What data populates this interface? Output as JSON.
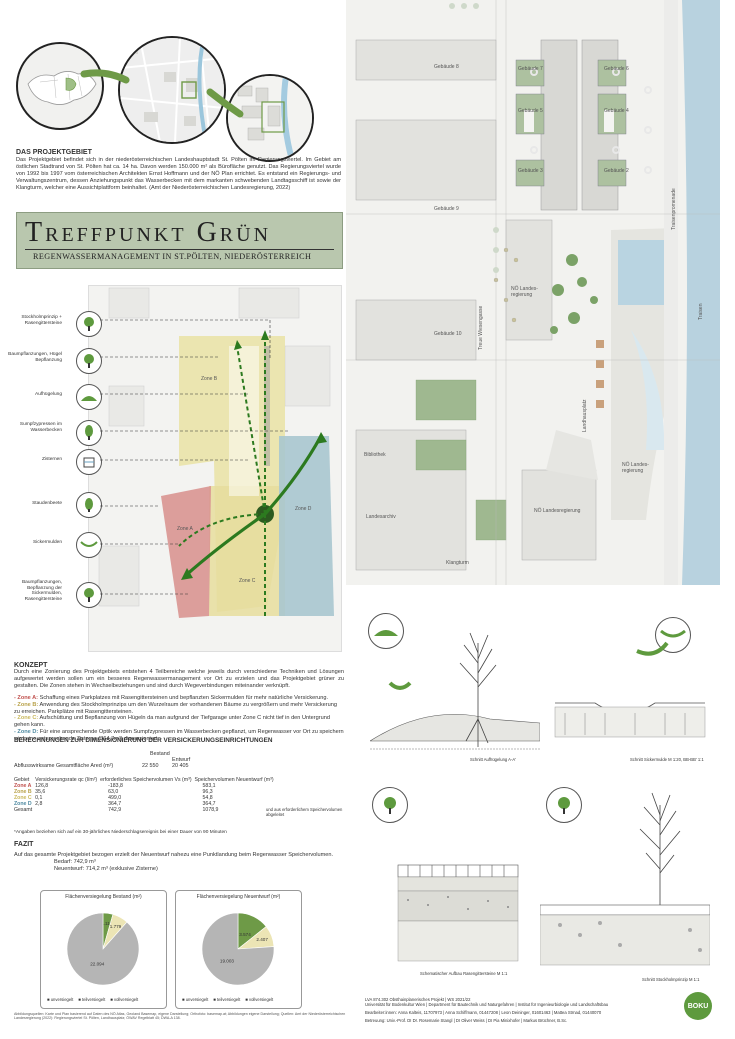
{
  "intro": {
    "heading": "DAS PROJEKTGEBIET",
    "text": "Das Projektgebiet befindet sich in der niederösterreichischen Landeshauptstadt St. Pölten im Regierungsviertel. Im Gebiet am östlichen Stadtrand von St. Pölten hat ca. 14 ha. Davon werden 150.000 m² als Bürofläche genutzt. Das Regierungsviertel wurde von 1992 bis 1997 vom österreichischen Architekten Ernst Hoffmann und der NÖ Plan errichtet. Es entstand ein Regierungs- und Verwaltungszentrum, dessen Anziehungspunkt das Wasserbecken mit dem markanten schwebenden Landtagsschiff ist sowie der Klangturm, welcher eine Aussichtplattform beinhaltet. (Amt der Niederösterreichischen Landesregierung, 2022)"
  },
  "title": {
    "main": "Treffpunkt Grün",
    "sub": "Regenwassermanagement in St.Pölten, Niederösterreich"
  },
  "legend": [
    {
      "label": "Stockholmprinzip + Rasengittersteine",
      "icon": "tree-grid-icon"
    },
    {
      "label": "Baumpflanzungen, Hügel Bepflanzung",
      "icon": "tree-icon"
    },
    {
      "label": "Aufhügelung",
      "icon": "mound-icon"
    },
    {
      "label": "Sumpfzypressen im Wasserbecken",
      "icon": "cypress-icon"
    },
    {
      "label": "Zisternen",
      "icon": "cistern-icon"
    },
    {
      "label": "Staudenbeete",
      "icon": "shrub-icon"
    },
    {
      "label": "Sickermulden",
      "icon": "swale-icon"
    },
    {
      "label": "Baumpflanzungen, Bepflanzung der Sickermulden, Rasengittersteine",
      "icon": "tree-swale-icon"
    }
  ],
  "zones": {
    "a": "Zone A",
    "b": "Zone B",
    "c": "Zone C",
    "d": "Zone D"
  },
  "konzept": {
    "heading": "KONZEPT",
    "text": "Durch eine Zonierung des Projektgebiets entstehen 4 Teilbereiche welche jeweils durch verschiedene Techniken und Lösungen aufgewertet werden sollen um ein besseres Regenwassermanagement vor Ort zu erzielen und das Projektgebiet grüner zu gestalten. Die Zonen stehen in Wechselbeziehungen und sind durch Wegeverbindungen miteinander verknüpft.",
    "items": [
      {
        "zone": "- Zone A:",
        "text": " Schaffung eines Parkplatzes mit Rasengittersteinen und bepflanzten Sickermulden für mehr natürliche Versickerung."
      },
      {
        "zone": "- Zone B:",
        "text": " Anwendung des Stockholmprinzips um den Wurzelraum der vorhandenen Bäume zu vergrößern und mehr Versickerung zu erreichen. Parkplätze mit Rasengittersteinen."
      },
      {
        "zone": "- Zone C:",
        "text": " Aufschüttung und Bepflanzung von Hügeln da man aufgrund der Tiefgarage unter Zone C nicht tief in den Untergrund gehen kann."
      },
      {
        "zone": "- Zone D:",
        "text": " Für eine ansprechende Optik werden Sumpfzypressen im Wasserbecken gepflanzt, um Regenwasser vor Ort zu speichern wird eine entsprechende Zisterne (364,7m³) dimensioniert."
      }
    ]
  },
  "calc": {
    "heading": "BERECHNUNGEN ZUR DIMENSIONIERUNG DER VERSICKERUNGSEINRICHTUNGEN",
    "col_bestand": "Bestand",
    "col_entwurf": "Entwurf",
    "area_label": "Abflusswirksame Gesamtfläche Ared (m²)",
    "area_bestand": "22 550",
    "area_entwurf": "20 405",
    "headers": [
      "Gebiet",
      "Versickerungsrate qc (l/m²)",
      "erforderliches Speichervolumen Vs (m³)",
      "Speichervolumen Neuentwurf (m³)"
    ],
    "rows": [
      {
        "zone": "Zone A",
        "rate": "126,8",
        "vs": "-183,8",
        "neu": "583,1"
      },
      {
        "zone": "Zone B",
        "rate": "35,6",
        "vs": "63,0",
        "neu": "96,3"
      },
      {
        "zone": "Zone C",
        "rate": "0,1",
        "vs": "499,0",
        "neu": "54,8"
      },
      {
        "zone": "Zone D",
        "rate": "2,8",
        "vs": "364,7",
        "neu": "364,7"
      },
      {
        "zone": "Gesamt",
        "rate": "",
        "vs": "742,9",
        "neu": "1078,9"
      }
    ],
    "side_note": "und aus erforderlichem Speichervolumen abgeleitet",
    "footnote": "*Angaben beziehen sich auf ein 30-jährliches Niederschlagsereignis bei einer Dauer von 90 Minuten"
  },
  "fazit": {
    "heading": "FAZIT",
    "text": "Auf das gesamte Projektgebiet bezogen erzielt der Neuentwurf nahezu eine Punktlandung beim Regenwasser Speichervolumen.",
    "bedarf_label": "Bedarf:",
    "bedarf_value": "742,9 m³",
    "neu_label": "Neuentwurf:",
    "neu_value": "714,2 m³ (exklusive Zisterne)"
  },
  "chart_data": [
    {
      "type": "pie",
      "title": "Flächenversiegelung Bestand (m²)",
      "categories": [
        "unversiegelt",
        "teilversiegelt",
        "vollversiegelt"
      ],
      "values": [
        1111,
        1779,
        22094
      ],
      "colors": [
        "#6e9a47",
        "#ece5b5",
        "#b5b5b5"
      ]
    },
    {
      "type": "pie",
      "title": "Flächenversiegelung Neuentwurf (m²)",
      "categories": [
        "unversiegelt",
        "teilversiegelt",
        "vollversiegelt"
      ],
      "values": [
        3574,
        2407,
        19003
      ],
      "colors": [
        "#6e9a47",
        "#ece5b5",
        "#b5b5b5"
      ]
    }
  ],
  "pie_labels": {
    "p1": [
      "1.111",
      "1.779",
      "22.094"
    ],
    "p2": [
      "3.574",
      "2.407",
      "19.003"
    ]
  },
  "pie_legend": [
    "unversiegelt",
    "teilversiegelt",
    "vollversiegelt"
  ],
  "map": {
    "labels": [
      "Gebäude 8",
      "Gebäude 7",
      "Gebäude 6",
      "Gebäude 5",
      "Gebäude 4",
      "Gebäude 3",
      "Gebäude 2",
      "Gebäude 9",
      "Gebäude 10",
      "NÖ Landes- regierung",
      "NÖ Landes- regierung",
      "NÖ Landesregierung",
      "Bibliothek",
      "Landesarchiv",
      "Klangturm",
      "Traisen",
      "Traisenpromenade",
      "Treue Wiesengasse",
      "Landhausplatz"
    ]
  },
  "sections": {
    "s1": "Schnitt Aufhügelung A-A'",
    "s2": "Schnitt Sickermulde M 1:20, BB-BB' 1:1",
    "s3": "Schematischer Aufbau Rasengittersteine M 1:1",
    "s4": "Schnitt Stockholmprinzip M 1:1"
  },
  "footer": {
    "left": "Abbildungsquellen: Karte und Plan basierend auf Daten des NÖ Atlas, Geoland Basemap, eigene Darstellung; Orthofoto: basemap.at; Abbildungen eigene Darstellung; Quellen: Amt der Niederösterreichischen Landesregierung (2022): Regierungsviertel St. Pölten, Landhausplatz; ÖWAV Regelblatt 45; DWA-A 138.",
    "lva": "LVA 874.302  Obsthainplanerisches Projekt  |  WS 2021/22",
    "uni": "Universität für Bodenkultur Wien  |  Department für Bautechnik und Naturgefahren  |  Institut für Ingenieurbiologie und Landschaftsbau",
    "authors": "Bearbeiter:innen: Anna Kalteis, 11707973  |  Anna Schiffmann, 01447208  |  Leon Deininger, 01601463  |  Mattea Strnad, 01440070",
    "betreuung": "Betreuung: Univ.-Prof. DI Dr. Rosemarie Stangl  |  DI Oliver Weiss  |  DI Pia Minixhofer  |  Markus Brüchner, B.Sc.",
    "logo": "BOKU"
  }
}
